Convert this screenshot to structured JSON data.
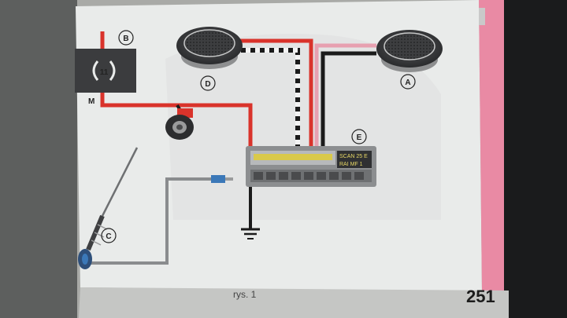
{
  "labels": {
    "fuse_box": "B",
    "speaker_left": "D",
    "speaker_right": "A",
    "antenna": "C",
    "radio": "E",
    "ground": "M",
    "fuse_number": "11"
  },
  "radio_display": {
    "line1": "SCAN 25 E",
    "line2": "RAI MF 1"
  },
  "caption": "rys. 1",
  "page_number": "251",
  "colors": {
    "wire_red": "#d9332b",
    "wire_pink": "#e7a0b0",
    "wire_black": "#1b1b1b",
    "wire_white": "#f3f3f3",
    "antenna_cable": "#8a8c8e",
    "connector_blue": "#3b78b8",
    "page_edge_pink": "#e98aa4"
  }
}
